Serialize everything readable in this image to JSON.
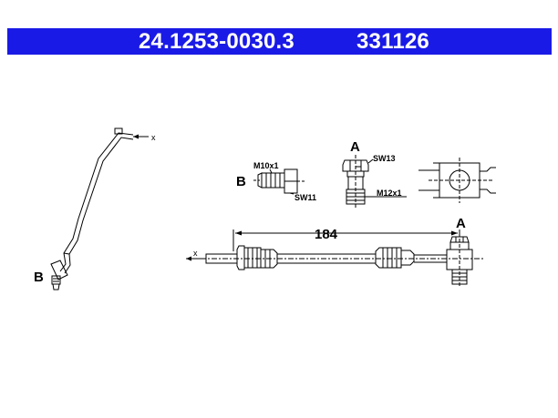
{
  "header": {
    "part_number": "24.1253-0030.3",
    "code": "331126",
    "background": "#1a1ae6",
    "text_color": "#ffffff"
  },
  "labels": {
    "detail_a": "A",
    "detail_b": "B",
    "m10": "M10x1",
    "sw11": "SW11",
    "sw13": "SW13",
    "m12": "M12x1",
    "length": "184",
    "end_a": "A",
    "end_b": "B",
    "arrow_x_left": "x",
    "arrow_x_top": "x"
  }
}
